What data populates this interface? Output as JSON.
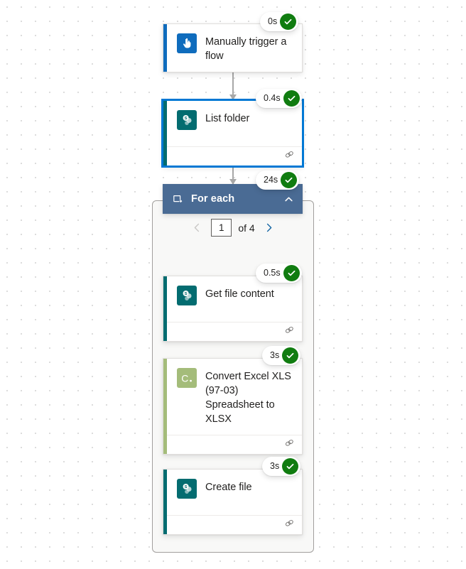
{
  "canvas": {
    "background": "#ffffff",
    "dot_color": "#dcdcdc"
  },
  "colors": {
    "selected_outline": "#0078d4",
    "success_green": "#107c10",
    "sharepoint_teal": "#036c70",
    "trigger_blue": "#0f6cbd",
    "converter_olive": "#a4bc7a",
    "foreach_header": "#4a6b94",
    "connector_gray": "#a8a8a8"
  },
  "nodes": [
    {
      "id": "manually-trigger-a-flow",
      "title": "Manually trigger a flow",
      "icon": "hand-pointer-icon",
      "icon_kind": "trigger",
      "accent": "#0f6cbd",
      "duration": "0s",
      "status": "succeeded",
      "selected": false,
      "has_footer": false
    },
    {
      "id": "list-folder",
      "title": "List folder",
      "icon": "sharepoint-icon",
      "icon_kind": "sharepoint",
      "accent": "#036c70",
      "duration": "0.4s",
      "status": "succeeded",
      "selected": true,
      "has_footer": true,
      "footer_icon": "chain-link-icon"
    },
    {
      "id": "get-file-content",
      "title": "Get file content",
      "icon": "sharepoint-icon",
      "icon_kind": "sharepoint",
      "accent": "#036c70",
      "duration": "0.5s",
      "status": "succeeded",
      "selected": false,
      "has_footer": true,
      "footer_icon": "chain-link-icon"
    },
    {
      "id": "convert-excel-xls-to-xlsx",
      "title": "Convert Excel XLS (97-03) Spreadsheet to XLSX",
      "icon": "converter-c-icon",
      "icon_kind": "converter",
      "accent": "#a4bc7a",
      "duration": "3s",
      "status": "succeeded",
      "selected": false,
      "has_footer": true,
      "footer_icon": "chain-link-icon"
    },
    {
      "id": "create-file",
      "title": "Create file",
      "icon": "sharepoint-icon",
      "icon_kind": "sharepoint",
      "accent": "#036c70",
      "duration": "3s",
      "status": "succeeded",
      "selected": false,
      "has_footer": true,
      "footer_icon": "chain-link-icon"
    }
  ],
  "foreach": {
    "title": "For each",
    "icon": "loop-icon",
    "duration": "24s",
    "status": "succeeded",
    "collapse_icon": "chevron-up-icon",
    "pager": {
      "prev_icon": "chevron-left-icon",
      "prev_enabled": false,
      "next_icon": "chevron-right-icon",
      "next_enabled": true,
      "current_page": "1",
      "of_label": "of 4",
      "total_pages": 4
    }
  }
}
